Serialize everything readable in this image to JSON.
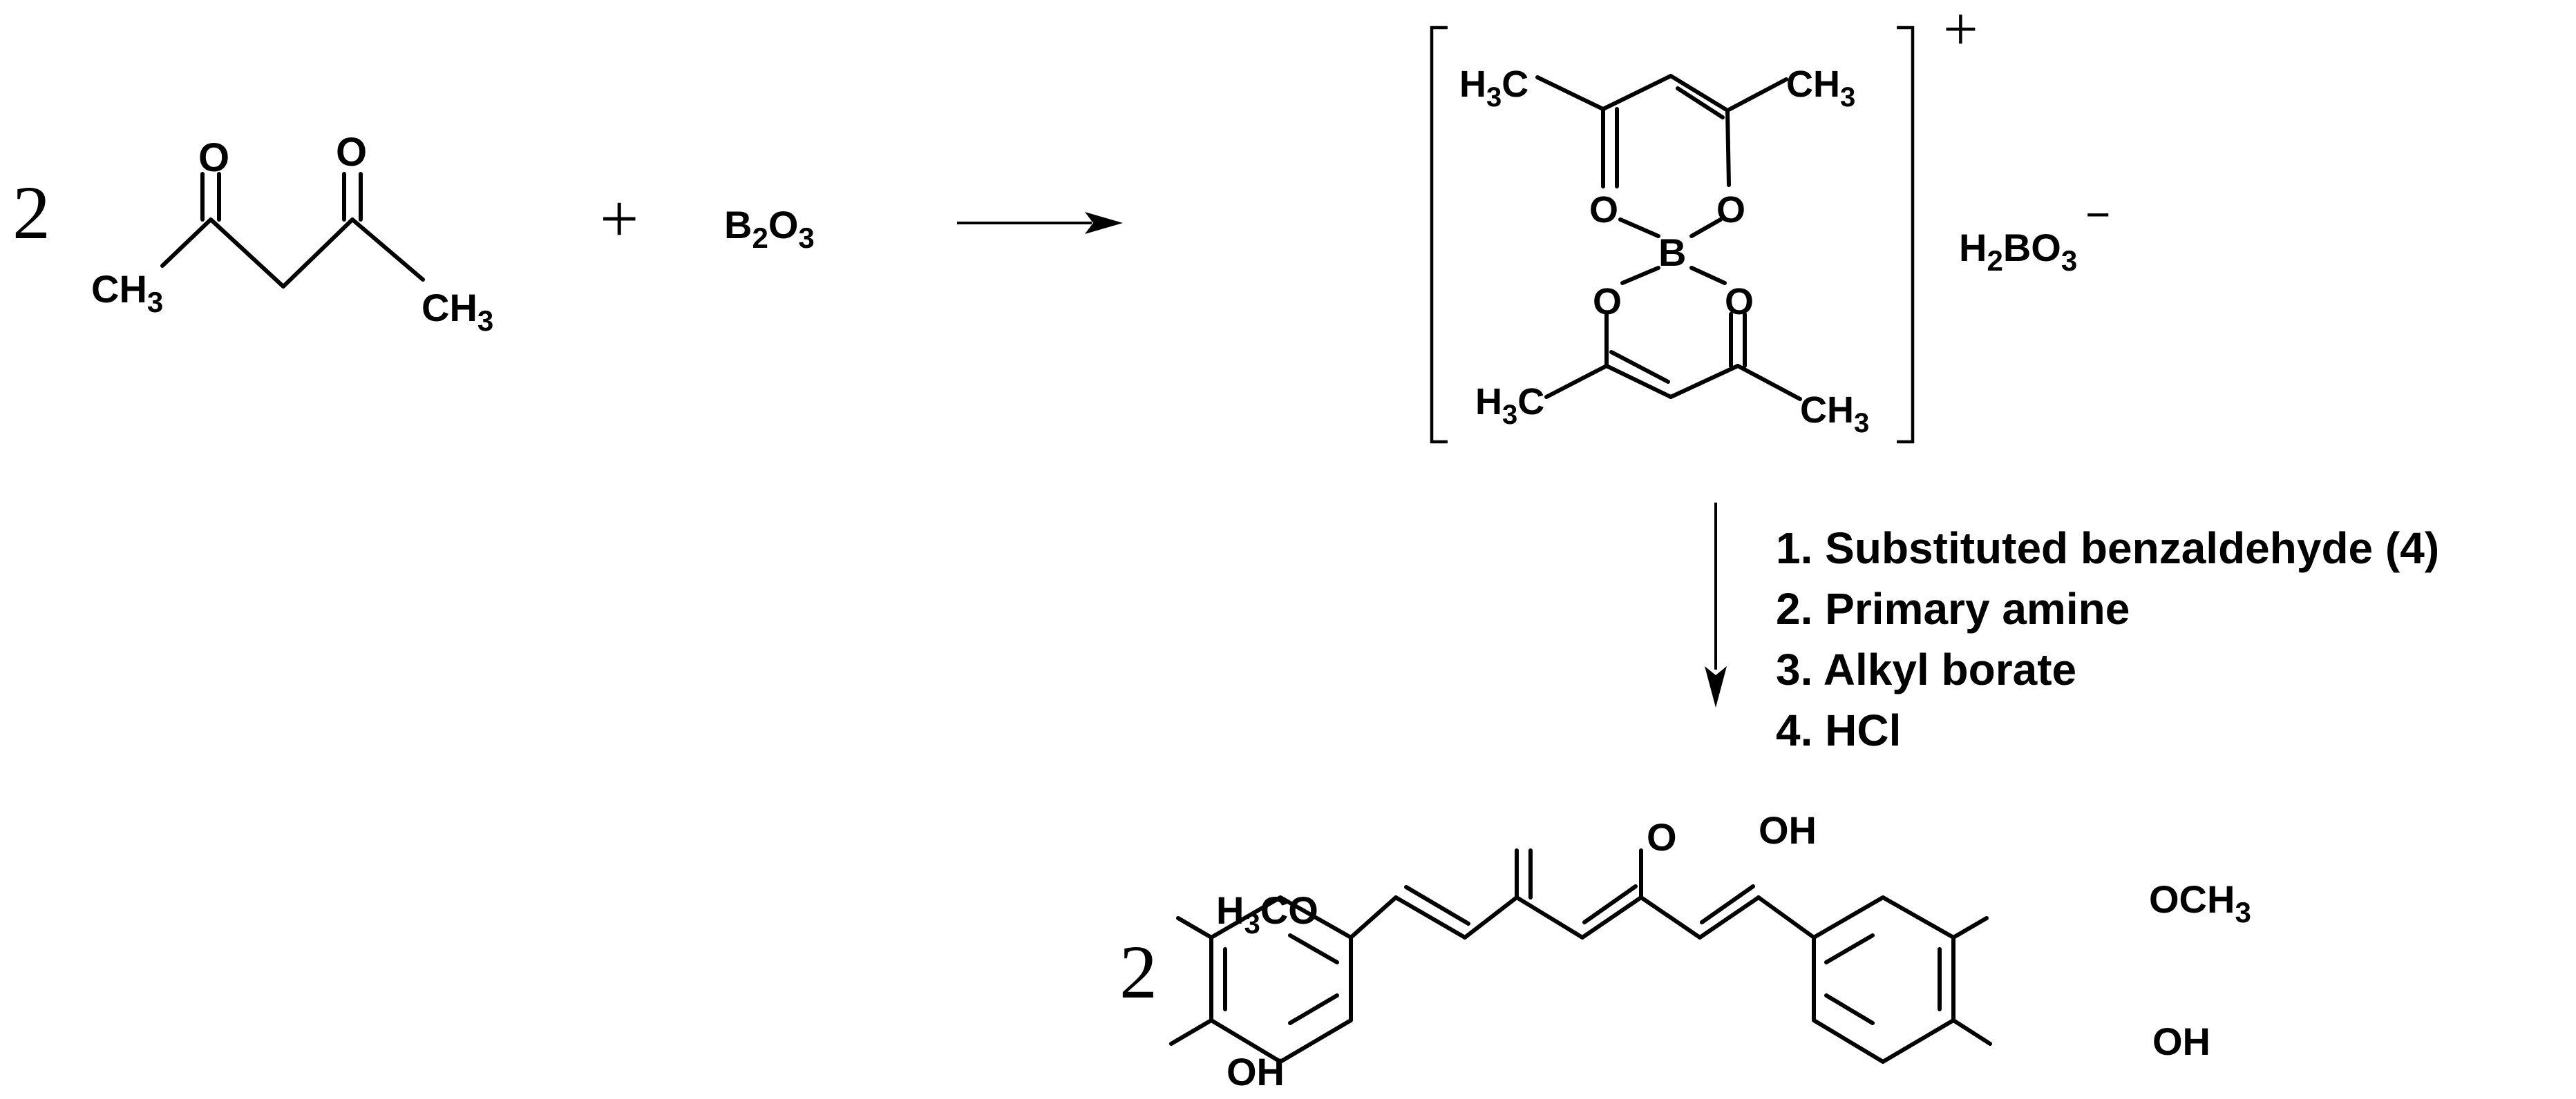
{
  "reactants": {
    "coefficient": "2",
    "acac": {
      "o_left": "O",
      "o_right": "O",
      "ch3_left": "CH",
      "ch3_left_sub": "3",
      "ch3_right": "CH",
      "ch3_right_sub": "3"
    },
    "plus": "+",
    "boron_oxide": {
      "b": "B",
      "b_sub": "2",
      "o": "O",
      "o_sub": "3"
    }
  },
  "complex": {
    "charge": "+",
    "top_left_methyl": {
      "h": "H",
      "sub": "3",
      "c": "C"
    },
    "top_right_methyl": {
      "c": "CH",
      "sub": "3"
    },
    "bottom_left_methyl": {
      "h": "H",
      "sub": "3",
      "c": "C"
    },
    "bottom_right_methyl": {
      "c": "CH",
      "sub": "3"
    },
    "boron": "B",
    "oxygens": [
      "O",
      "O",
      "O",
      "O"
    ],
    "counter_ion": {
      "h": "H",
      "h_sub": "2",
      "bo": "BO",
      "bo_sub": "3",
      "charge": "−"
    }
  },
  "conditions": [
    "1. Substituted benzaldehyde (4)",
    "2. Primary amine",
    "3. Alkyl borate",
    "4. HCl"
  ],
  "product": {
    "coefficient": "2",
    "left_methoxy": {
      "h": "H",
      "sub": "3",
      "co": "CO"
    },
    "left_oh": "OH",
    "keto_o": "O",
    "enol_oh": "OH",
    "right_methoxy": {
      "o": "OCH",
      "sub": "3"
    },
    "right_oh": "OH"
  }
}
